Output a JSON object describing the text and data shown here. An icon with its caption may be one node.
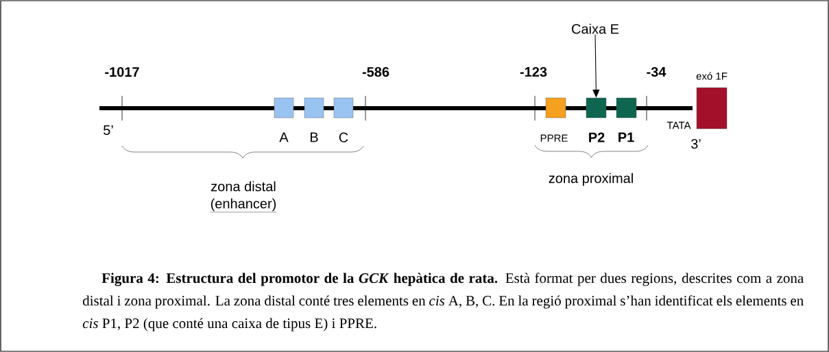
{
  "diagram": {
    "caption": "**Figura 4: Estructura del promotor de la *GCK* hepàtica de rata.** Està format per dues regions, descrites com a zona distal i zona proximal. La zona distal conté tres elements en *cis* A, B, C. En la regió proximal s’han identificat els elements en *cis* P1, P2 (que conté una caixa de tipus E) i PPRE.",
    "nodes": [
      {
        "text": [],
        "shape": "box",
        "beside": [
          "A"
        ]
      },
      {
        "text": [],
        "shape": "box",
        "beside": [
          "B"
        ]
      },
      {
        "text": [],
        "shape": "box",
        "beside": [
          "C"
        ]
      },
      {
        "text": [],
        "shape": "box",
        "beside": [
          "PPRE"
        ]
      },
      {
        "text": [],
        "shape": "box",
        "beside": [
          "P2"
        ]
      },
      {
        "text": [],
        "shape": "box",
        "beside": [
          "P1"
        ]
      },
      {
        "text": [
          "exó 1F"
        ]
      },
      {
        "text": [
          "Caixa E"
        ]
      }
    ],
    "edges": [
      {
        "from": 7,
        "to": 4,
        "arrow": "to"
      }
    ],
    "labels": [
      "-1017",
      "-586",
      "-123",
      "-34",
      "5’",
      "TATA",
      "3’",
      "zona distal",
      "(enhancer)",
      "zona proximal"
    ]
  }
}
